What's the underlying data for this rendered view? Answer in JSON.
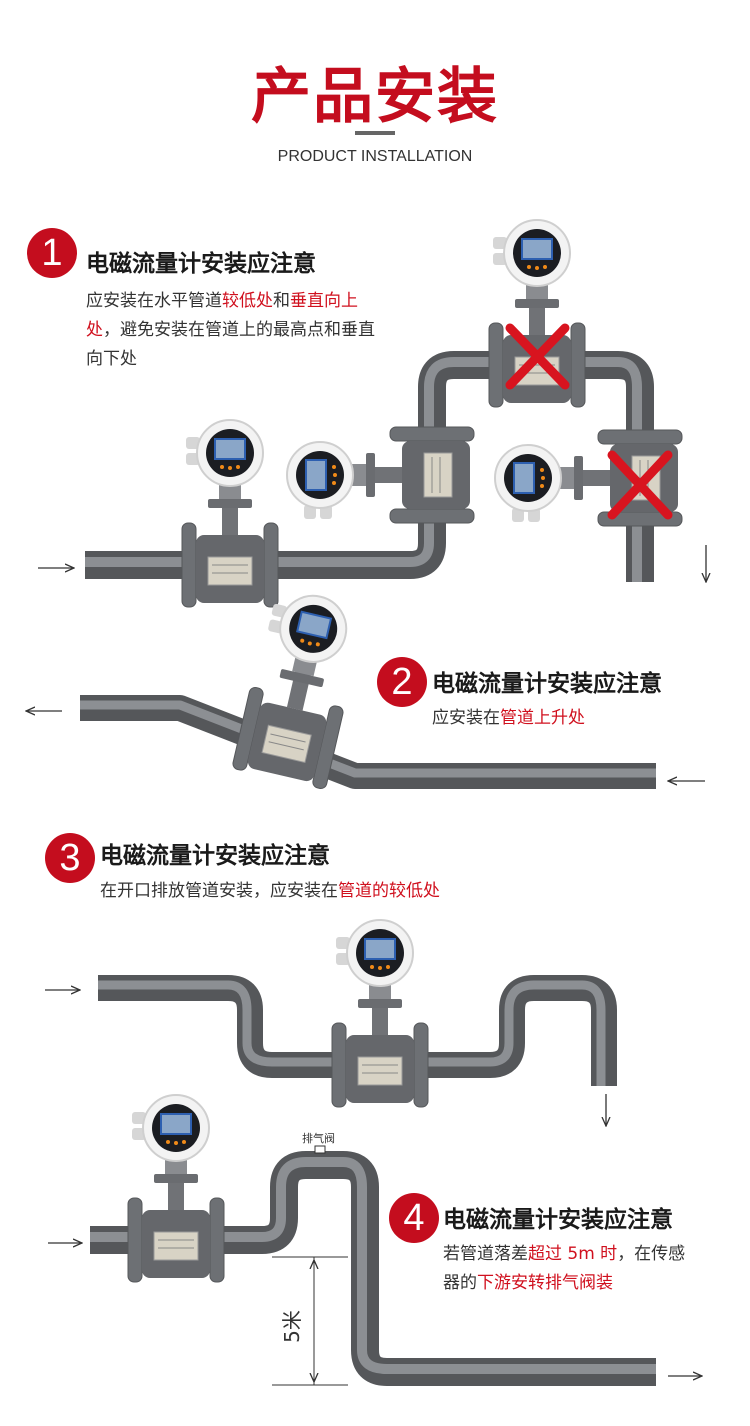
{
  "header": {
    "title": "产品安装",
    "subtitle": "PRODUCT INSTALLATION"
  },
  "sections": [
    {
      "number": "1",
      "title": "电磁流量计安装应注意",
      "text": [
        {
          "t": "应安装在水平管道",
          "red": false
        },
        {
          "t": "较低处",
          "red": true
        },
        {
          "t": "和",
          "red": false
        },
        {
          "t": "垂直向上处",
          "red": true
        },
        {
          "t": "，避免安装在管道上的最高点和垂直向下处",
          "red": false
        }
      ]
    },
    {
      "number": "2",
      "title": "电磁流量计安装应注意",
      "text": [
        {
          "t": "应安装在",
          "red": false
        },
        {
          "t": "管道上升处",
          "red": true
        }
      ]
    },
    {
      "number": "3",
      "title": "电磁流量计安装应注意",
      "text": [
        {
          "t": "在开口排放管道安装，应安装在",
          "red": false
        },
        {
          "t": "管道的较低处",
          "red": true
        }
      ]
    },
    {
      "number": "4",
      "title": "电磁流量计安装应注意",
      "text": [
        {
          "t": "若管道落差",
          "red": false
        },
        {
          "t": "超过 5m 时",
          "red": true
        },
        {
          "t": "，在传感器的",
          "red": false
        },
        {
          "t": "下游安转排气阀装",
          "red": true
        }
      ]
    }
  ],
  "labels": {
    "vent_valve": "排气阀",
    "height": "5米"
  },
  "colors": {
    "accent": "#c40d1e",
    "pipe": "#6d6f72",
    "cross": "#d8141f"
  }
}
